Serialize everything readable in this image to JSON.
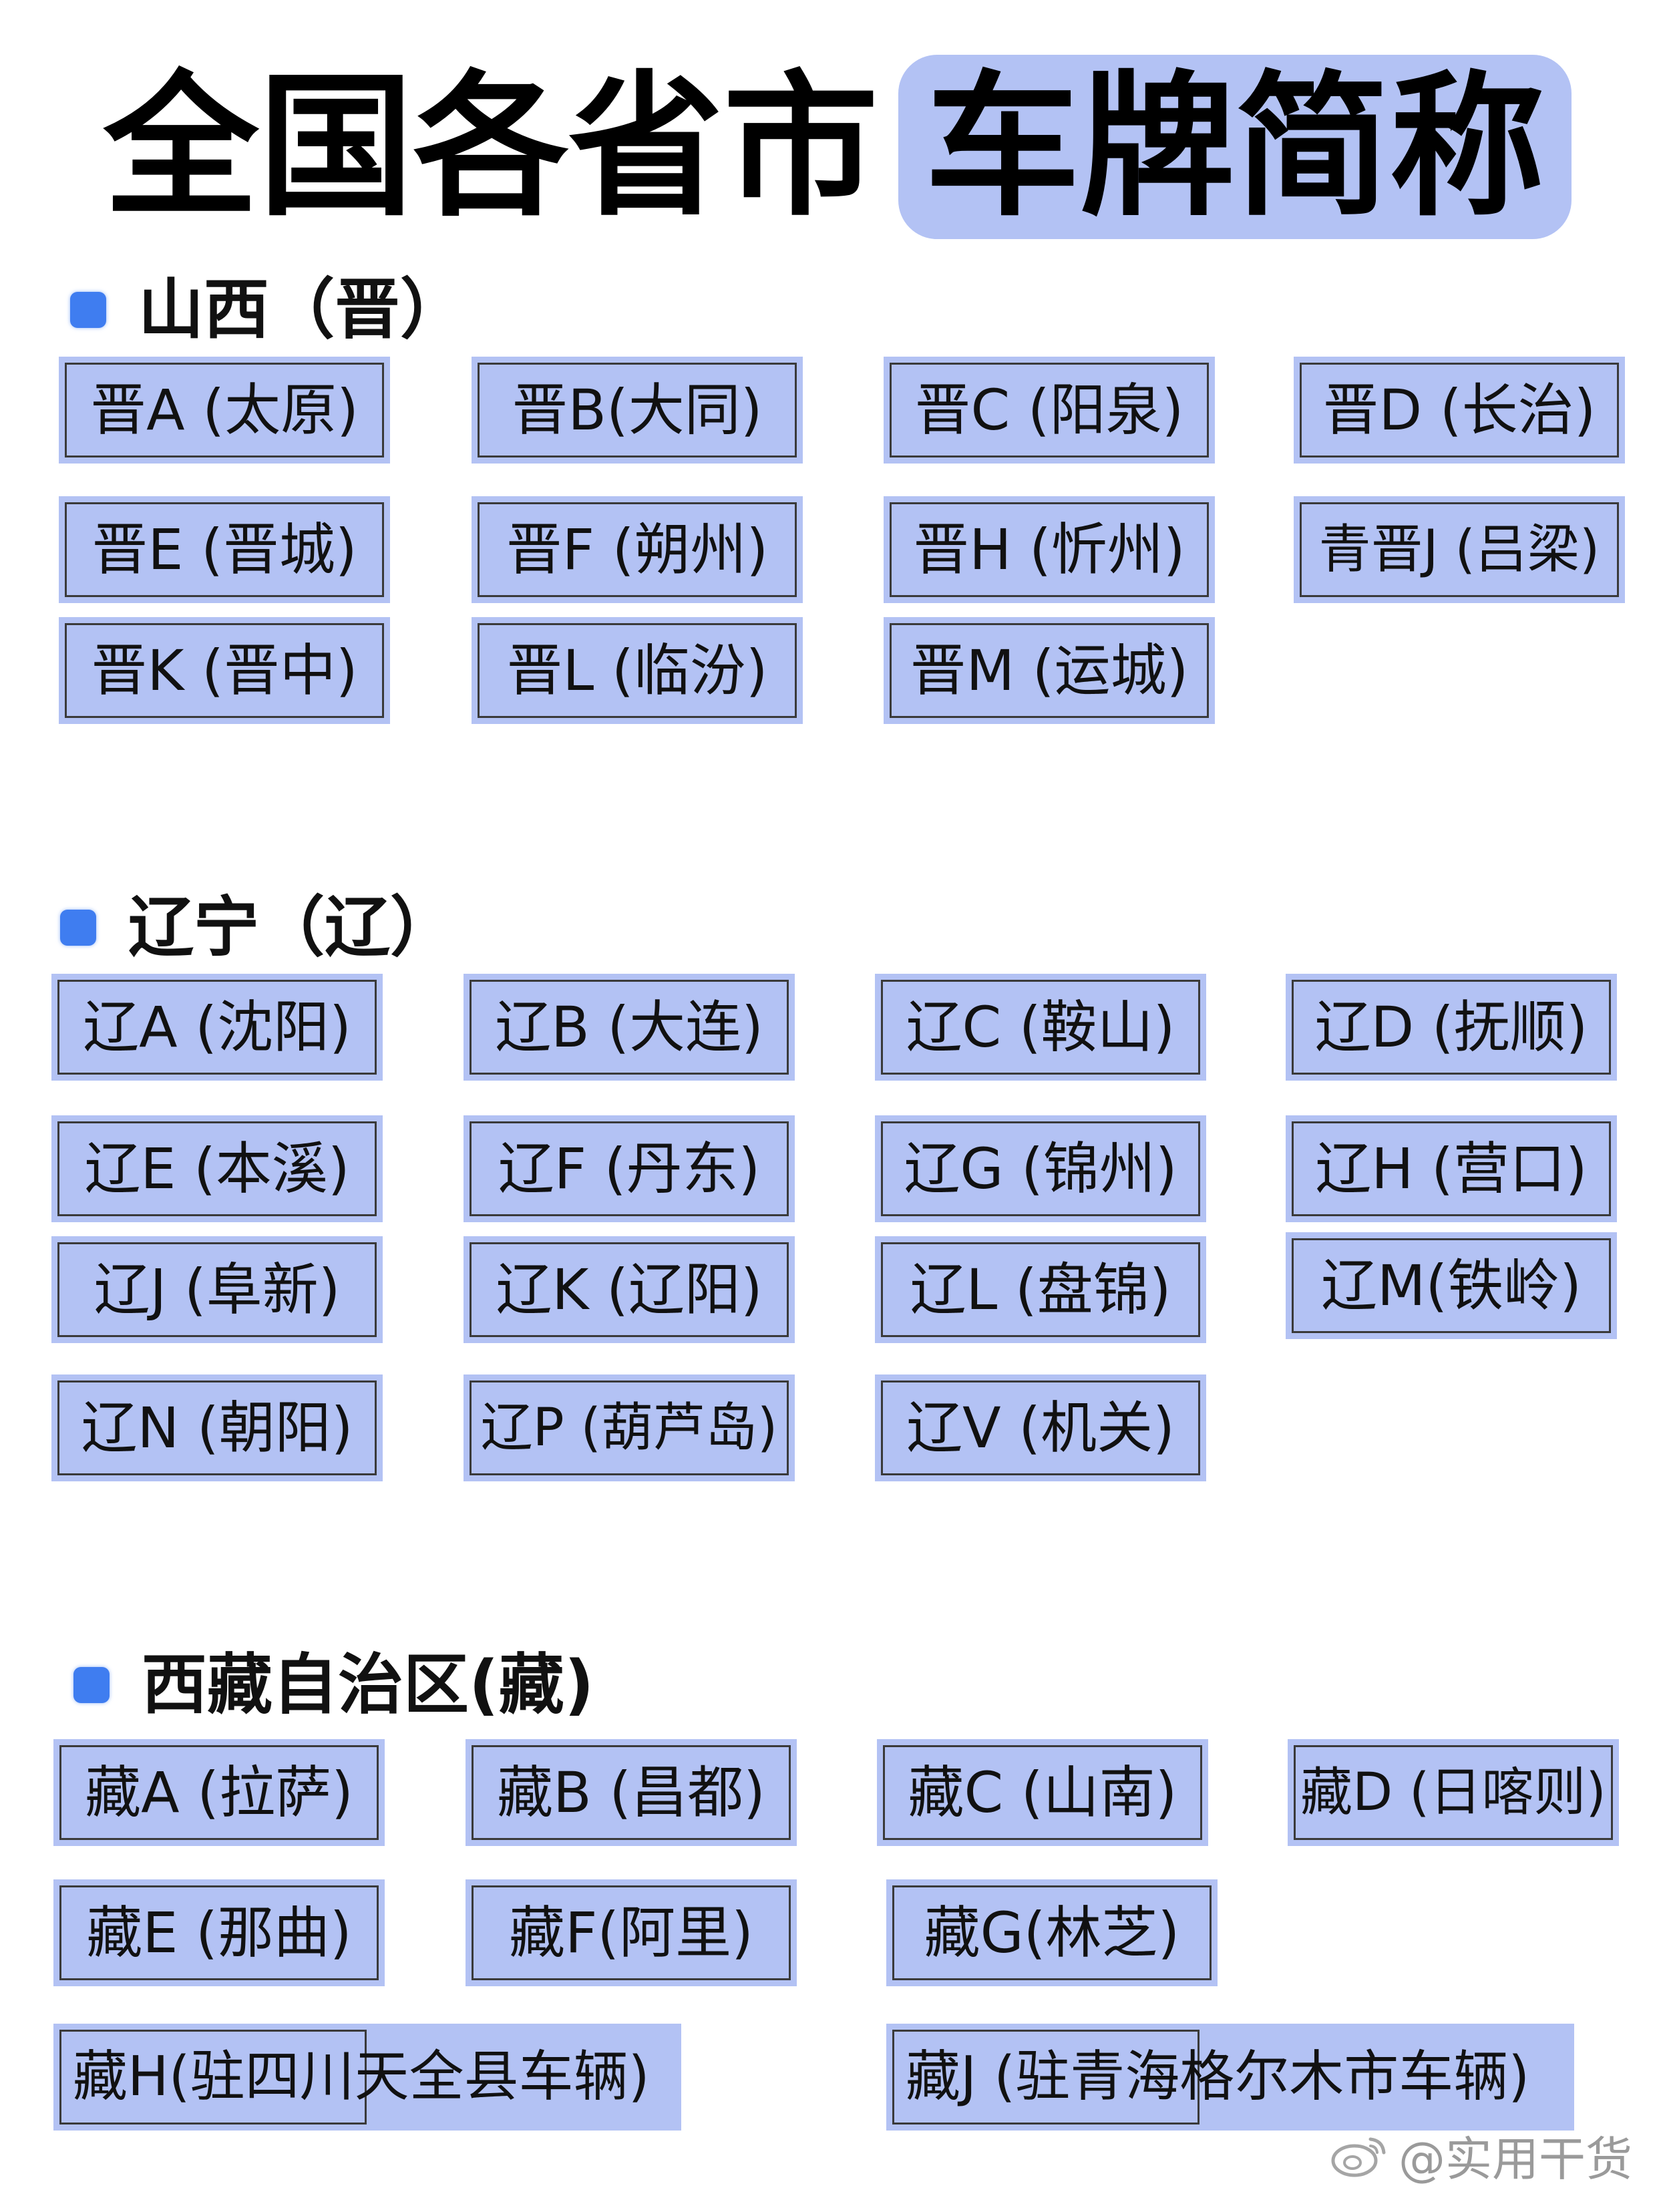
{
  "title": {
    "main": "全国各省市",
    "highlight": "车牌简称"
  },
  "sections": [
    {
      "heading": "山西（晋）",
      "plates": [
        "晋A (太原)",
        "晋B(大同)",
        "晋C (阳泉)",
        "晋D (长治)",
        "晋E (晋城)",
        "晋F (朔州)",
        "晋H (忻州)",
        "青晋J (吕梁)",
        "晋K (晋中)",
        "晋L (临汾)",
        "晋M (运城)"
      ]
    },
    {
      "heading": "辽宁（辽）",
      "plates": [
        "辽A (沈阳)",
        "辽B (大连)",
        "辽C (鞍山)",
        "辽D (抚顺)",
        "辽E (本溪)",
        "辽F (丹东)",
        "辽G (锦州)",
        "辽H (营口)",
        "辽J (阜新)",
        "辽K (辽阳)",
        "辽L (盘锦)",
        "辽M(铁岭)",
        "辽N (朝阳)",
        "辽P (葫芦岛)",
        "辽V (机关)"
      ]
    },
    {
      "heading": "西藏自治区(藏)",
      "plates": [
        "藏A (拉萨)",
        "藏B (昌都)",
        "藏C (山南)",
        "藏D (日喀则)",
        "藏E (那曲)",
        "藏F(阿里)",
        "藏G(林芝)"
      ],
      "wide_plates": [
        "藏H(驻四川天全县车辆)",
        "藏J (驻青海格尔木市车辆)"
      ]
    }
  ],
  "watermark": "@实用干货",
  "icons": {
    "bullet": "square-bullet-icon",
    "watermark": "weibo-logo-icon"
  },
  "colors": {
    "plate_fill": "#b3c2f4",
    "bullet": "#3f7df0",
    "title_highlight": "#b3c2f4"
  }
}
